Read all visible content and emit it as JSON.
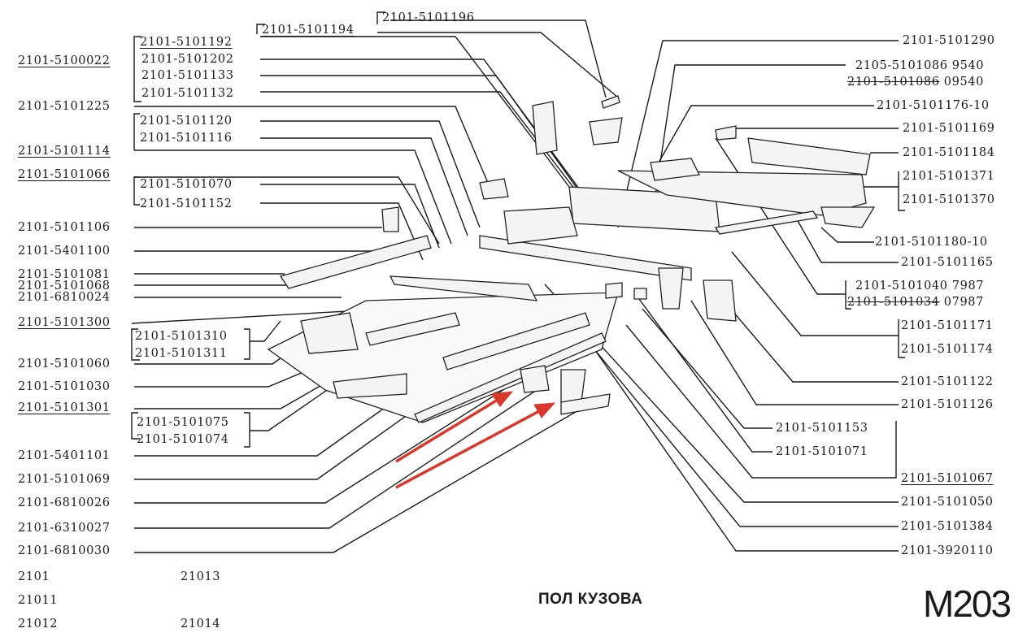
{
  "title": "ПОЛ КУЗОВА",
  "sheet_code": "M203",
  "models": [
    "2101",
    "21011",
    "21012",
    "21013",
    "21014"
  ],
  "left_labels": [
    {
      "id": "l1",
      "text": "2101-5100022",
      "underline": true
    },
    {
      "id": "l2",
      "text": "2101-5101192",
      "underline": true
    },
    {
      "id": "l3",
      "text": "2101-5101194",
      "underline": true
    },
    {
      "id": "l4",
      "text": "2101-5101196",
      "underline": false
    },
    {
      "id": "l5",
      "text": "2101-5101202",
      "underline": false
    },
    {
      "id": "l6",
      "text": "2101-5101133",
      "underline": false
    },
    {
      "id": "l7",
      "text": "2101-5101132",
      "underline": false
    },
    {
      "id": "l8",
      "text": "2101-5101225",
      "underline": false
    },
    {
      "id": "l9",
      "text": "2101-5101120",
      "underline": false
    },
    {
      "id": "l10",
      "text": "2101-5101116",
      "underline": false
    },
    {
      "id": "l11",
      "text": "2101-5101114",
      "underline": true
    },
    {
      "id": "l12",
      "text": "2101-5101066",
      "underline": true
    },
    {
      "id": "l13",
      "text": "2101-5101070",
      "underline": false
    },
    {
      "id": "l14",
      "text": "2101-5101152",
      "underline": false
    },
    {
      "id": "l15",
      "text": "2101-5101106",
      "underline": false
    },
    {
      "id": "l16",
      "text": "2101-5401100",
      "underline": false
    },
    {
      "id": "l17",
      "text": "2101-5101081",
      "underline": false
    },
    {
      "id": "l18",
      "text": "2101-5101068",
      "underline": false
    },
    {
      "id": "l19",
      "text": "2101-6810024",
      "underline": false
    },
    {
      "id": "l20",
      "text": "2101-5101300",
      "underline": true
    },
    {
      "id": "l21",
      "text": "2101-5101310",
      "underline": false
    },
    {
      "id": "l22",
      "text": "2101-5101311",
      "underline": false
    },
    {
      "id": "l23",
      "text": "2101-5101060",
      "underline": false
    },
    {
      "id": "l24",
      "text": "2101-5101030",
      "underline": false
    },
    {
      "id": "l25",
      "text": "2101-5101301",
      "underline": true
    },
    {
      "id": "l26",
      "text": "2101-5101075",
      "underline": false
    },
    {
      "id": "l27",
      "text": "2101-5101074",
      "underline": false
    },
    {
      "id": "l28",
      "text": "2101-5401101",
      "underline": false
    },
    {
      "id": "l29",
      "text": "2101-5101069",
      "underline": false
    },
    {
      "id": "l30",
      "text": "2101-6810026",
      "underline": false
    },
    {
      "id": "l31",
      "text": "2101-6310027",
      "underline": false
    },
    {
      "id": "l32",
      "text": "2101-6810030",
      "underline": false
    }
  ],
  "right_labels": [
    {
      "id": "r1",
      "text": "2101-5101290"
    },
    {
      "id": "r2",
      "text": "2105-5101086 9540"
    },
    {
      "id": "r3",
      "text": "2101-5101086 09540",
      "struck": "2101-5101086"
    },
    {
      "id": "r4",
      "text": "2101-5101176-10"
    },
    {
      "id": "r5",
      "text": "2101-5101169"
    },
    {
      "id": "r6",
      "text": "2101-5101184"
    },
    {
      "id": "r7",
      "text": "2101-5101371"
    },
    {
      "id": "r8",
      "text": "2101-5101370"
    },
    {
      "id": "r9",
      "text": "2101-5101180-10"
    },
    {
      "id": "r10",
      "text": "2101-5101165"
    },
    {
      "id": "r11",
      "text": "2101-5101040 7987"
    },
    {
      "id": "r12",
      "text": "2101-5101034 07987",
      "struck": "2101-5101034"
    },
    {
      "id": "r13",
      "text": "2101-5101171"
    },
    {
      "id": "r14",
      "text": "2101-5101174"
    },
    {
      "id": "r15",
      "text": "2101-5101122"
    },
    {
      "id": "r16",
      "text": "2101-5101126"
    },
    {
      "id": "r17",
      "text": "2101-5101153"
    },
    {
      "id": "r18",
      "text": "2101-5101071"
    },
    {
      "id": "r19",
      "text": "2101-5101067",
      "underline": true
    },
    {
      "id": "r20",
      "text": "2101-5101050"
    },
    {
      "id": "r21",
      "text": "2101-5101384"
    },
    {
      "id": "r22",
      "text": "2101-3920110"
    }
  ],
  "annotation_color": "#d9382b",
  "annotations": [
    {
      "type": "arrow",
      "points_to": "floor bracket (front)"
    },
    {
      "type": "arrow",
      "points_to": "floor bracket (rear)"
    }
  ]
}
